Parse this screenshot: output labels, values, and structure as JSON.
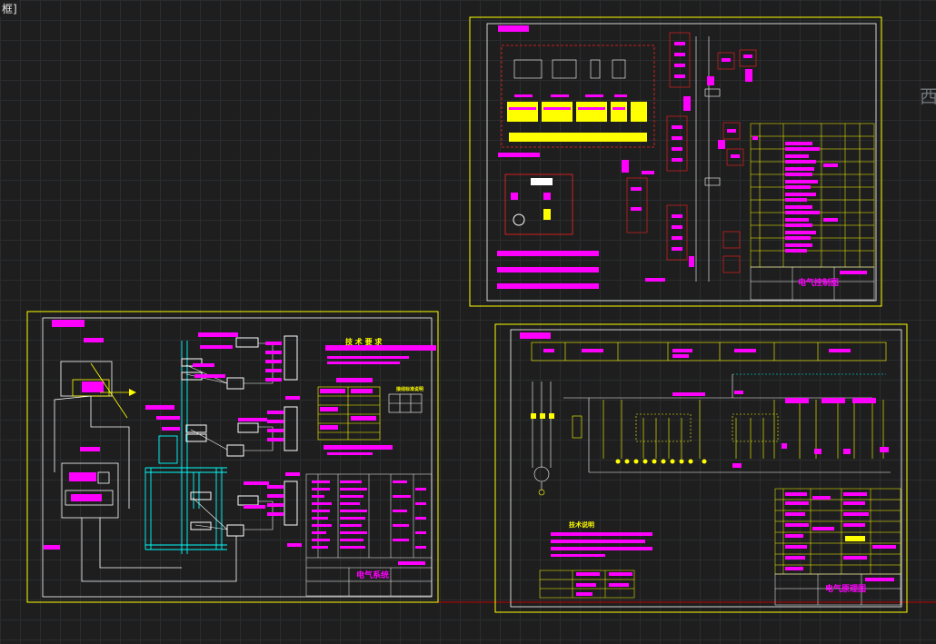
{
  "viewport": {
    "corner_label": "框]",
    "side_text": "西"
  },
  "drawings": {
    "left": {
      "title_block_name": "电气系统",
      "tech_header": "技 术 要 求",
      "legend_header": "接线标准说明"
    },
    "top_right": {
      "title_block_name": "电气控制图"
    },
    "bottom_right": {
      "title_block_name": "电气原理图",
      "tech_header": "技术说明"
    }
  },
  "colors": {
    "background": "#1e1e1e",
    "grid": "#2a2d30",
    "frame": "#ffff00",
    "annotation": "#ff00ff",
    "wire": "#ffffff",
    "pipe": "#00ffff",
    "red": "#ff2020",
    "axis": "#c00000"
  }
}
